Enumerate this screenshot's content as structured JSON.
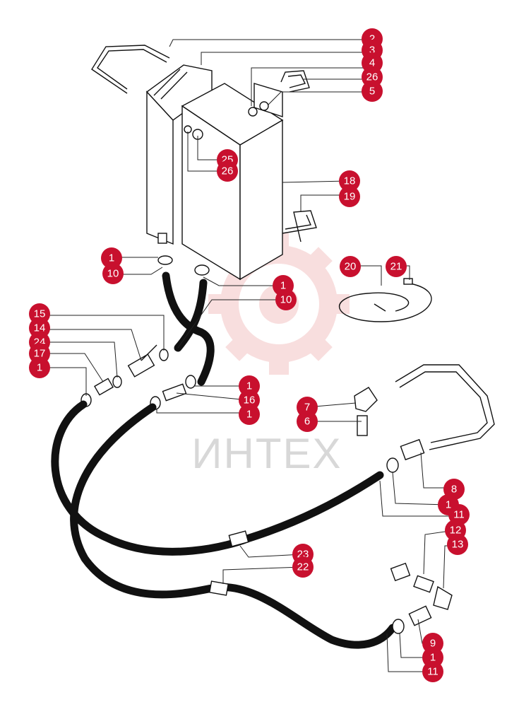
{
  "watermark": {
    "text": "ИНТЕХ",
    "color": "#f3c4c4"
  },
  "accent_color": "#c8102e",
  "callouts": [
    {
      "id": "c2a",
      "label": "2"
    },
    {
      "id": "c3",
      "label": "3"
    },
    {
      "id": "c4",
      "label": "4"
    },
    {
      "id": "c26a",
      "label": "26"
    },
    {
      "id": "c5",
      "label": "5"
    },
    {
      "id": "c25",
      "label": "25"
    },
    {
      "id": "c26b",
      "label": "26"
    },
    {
      "id": "c18",
      "label": "18"
    },
    {
      "id": "c19",
      "label": "19"
    },
    {
      "id": "c20",
      "label": "20"
    },
    {
      "id": "c21",
      "label": "21"
    },
    {
      "id": "c1a",
      "label": "1"
    },
    {
      "id": "c10a",
      "label": "10"
    },
    {
      "id": "c1b",
      "label": "1"
    },
    {
      "id": "c10b",
      "label": "10"
    },
    {
      "id": "c15",
      "label": "15"
    },
    {
      "id": "c14",
      "label": "14"
    },
    {
      "id": "c24",
      "label": "24"
    },
    {
      "id": "c17",
      "label": "17"
    },
    {
      "id": "c1c",
      "label": "1"
    },
    {
      "id": "c1d",
      "label": "1"
    },
    {
      "id": "c16",
      "label": "16"
    },
    {
      "id": "c1e",
      "label": "1"
    },
    {
      "id": "c7",
      "label": "7"
    },
    {
      "id": "c6",
      "label": "6"
    },
    {
      "id": "c8",
      "label": "8"
    },
    {
      "id": "c1f",
      "label": "1"
    },
    {
      "id": "c11a",
      "label": "11"
    },
    {
      "id": "c12",
      "label": "12"
    },
    {
      "id": "c13",
      "label": "13"
    },
    {
      "id": "c23",
      "label": "23"
    },
    {
      "id": "c22",
      "label": "22"
    },
    {
      "id": "c9",
      "label": "9"
    },
    {
      "id": "c1g",
      "label": "1"
    },
    {
      "id": "c11b",
      "label": "11"
    }
  ]
}
